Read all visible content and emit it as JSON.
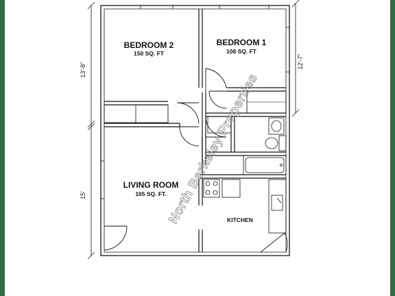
{
  "plan": {
    "bedroom2": {
      "name": "BEDROOM 2",
      "area": "150 SQ. FT"
    },
    "bedroom1": {
      "name": "BEDROOM 1",
      "area": "108 SQ. FT"
    },
    "living": {
      "name": "LIVING ROOM",
      "area": "165 SQ. FT."
    },
    "kitchen": {
      "name": "KITCHEN"
    },
    "dims": {
      "left_upper": "13'-8\"",
      "left_lower": "15'",
      "right_upper": "12'-7\""
    },
    "watermark": "North Berkeley Properties"
  },
  "colors": {
    "frame": "#2e6b46",
    "wall": "#111111",
    "watermark": "#8e8e8e"
  }
}
